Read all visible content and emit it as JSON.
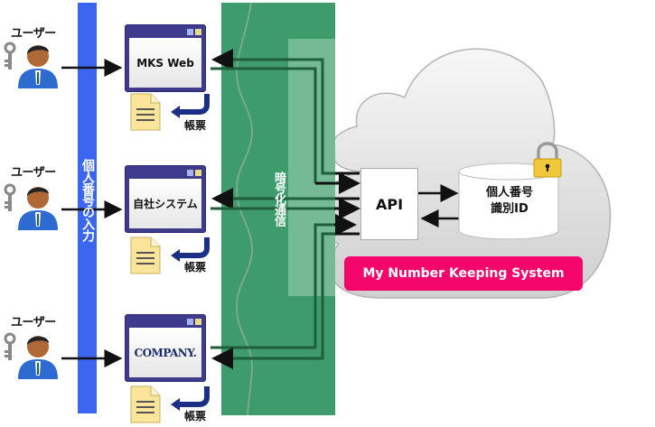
{
  "users": [
    {
      "label": "ユーザー"
    },
    {
      "label": "ユーザー"
    },
    {
      "label": "ユーザー"
    }
  ],
  "input_bar": {
    "label": "個人番号の入力",
    "color": "#3a66f0"
  },
  "systems": [
    {
      "label": "MKS Web",
      "report_label": "帳票"
    },
    {
      "label": "自社システム",
      "report_label": "帳票"
    },
    {
      "label": "COMPANY.",
      "report_label": "帳票"
    }
  ],
  "encryption": {
    "label": "暗号化通信",
    "color": "#3e9b6b"
  },
  "api": {
    "label": "API"
  },
  "database": {
    "line1": "個人番号",
    "line2": "識別ID"
  },
  "cloud": {
    "label": "My Number Keeping System",
    "label_color": "#f5066c"
  }
}
